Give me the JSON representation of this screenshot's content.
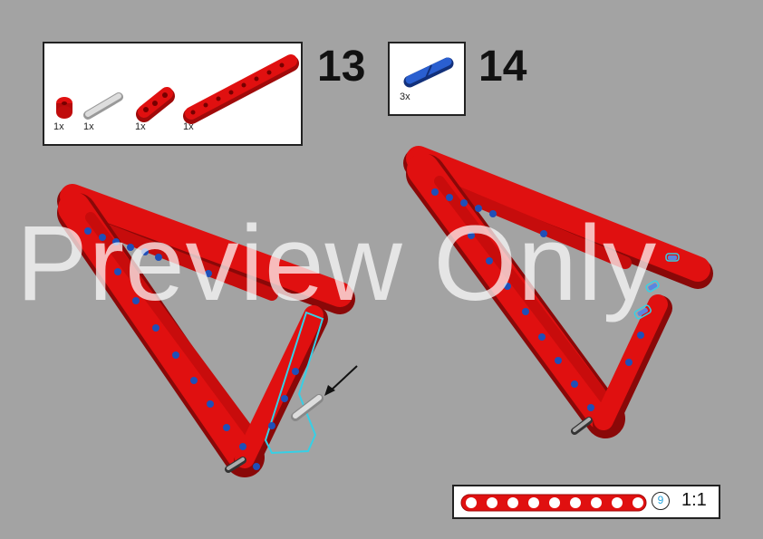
{
  "steps": [
    {
      "number": "13",
      "parts": [
        {
          "type": "bush",
          "qty": "1x"
        },
        {
          "type": "axle-pin",
          "qty": "1x"
        },
        {
          "type": "beam-3",
          "qty": "1x"
        },
        {
          "type": "beam-9",
          "qty": "1x"
        }
      ]
    },
    {
      "number": "14",
      "parts": [
        {
          "type": "blue-pin",
          "qty": "3x"
        }
      ]
    }
  ],
  "scale_ruler": {
    "count": "9",
    "ratio": "1:1"
  },
  "watermark": "Preview Only",
  "colors": {
    "background": "#a3a3a3",
    "beam_red": "#e01010",
    "pin_blue": "#1f4fb8",
    "highlight": "#36d0e6"
  }
}
